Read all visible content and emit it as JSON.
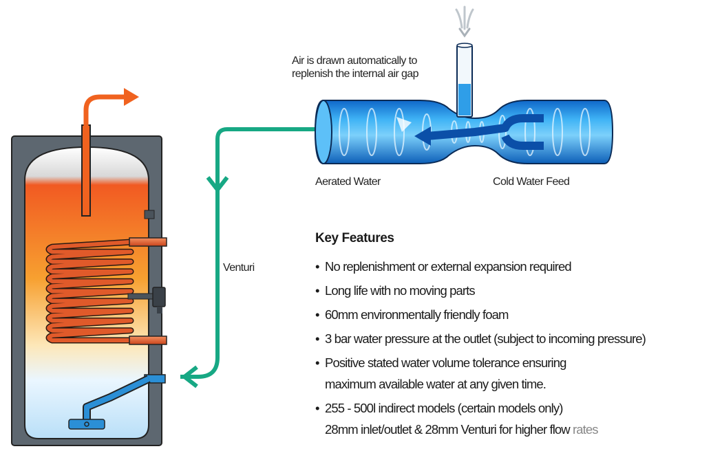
{
  "labels": {
    "air_note_line1": "Air is drawn automatically to",
    "air_note_line2": "replenish the internal air gap",
    "aerated_water": "Aerated Water",
    "cold_water_feed": "Cold Water Feed",
    "venturi": "Venturi"
  },
  "features": {
    "heading": "Key Features",
    "items": [
      {
        "line1": "No replenishment or external expansion required"
      },
      {
        "line1": "Long life with no moving parts"
      },
      {
        "line1": "60mm environmentally friendly foam"
      },
      {
        "line1": "3 bar water pressure at the outlet (subject to incoming pressure)"
      },
      {
        "line1": "Positive stated water volume tolerance ensuring",
        "line2": "maximum available water at any given time."
      },
      {
        "line1": "255 - 500l indirect models (certain models only)",
        "line2": "28mm inlet/outlet & 28mm Venturi for higher flow",
        "line2_faded": " rates"
      }
    ]
  },
  "colors": {
    "tank_casing": "#5d6770",
    "hot_water": "#f0621f",
    "coil": "#e05a2a",
    "venturi_pipe": "#17a884",
    "venturi_body": "#1e88e5",
    "arrow_blue": "#1565c0"
  }
}
